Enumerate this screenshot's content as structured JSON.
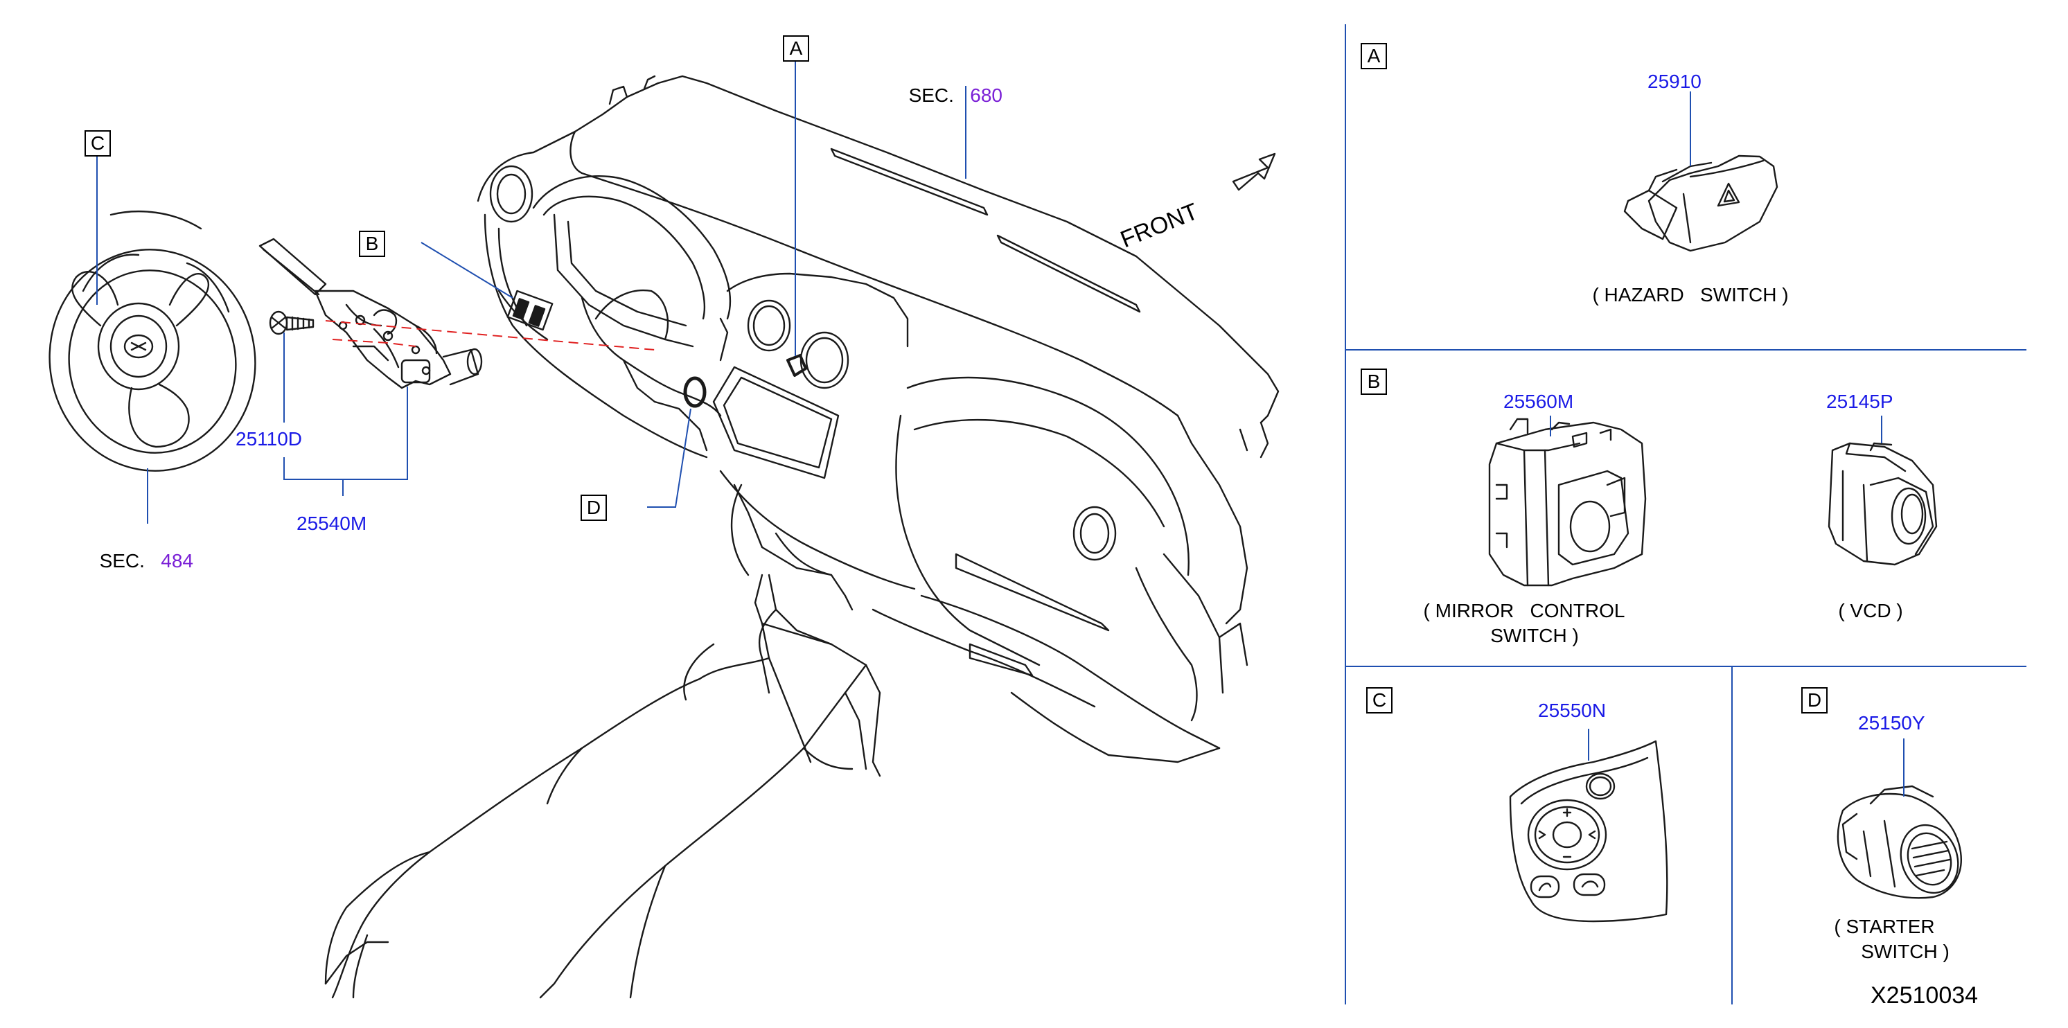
{
  "colors": {
    "part_number": "#1a1ae6",
    "section_ref": "#7a1fd6",
    "leader": "#1f4fb0",
    "linework": "#1a1a1a",
    "cut_line": "#e02020"
  },
  "main": {
    "callouts": {
      "a": "A",
      "b": "B",
      "c": "C",
      "d": "D"
    },
    "sec_680": {
      "prefix": "SEC.",
      "number": "680"
    },
    "sec_484": {
      "prefix": "SEC.",
      "number": "484"
    },
    "front_label": "FRONT",
    "parts": {
      "p25110d": "25110D",
      "p25540m": "25540M"
    }
  },
  "panels": {
    "a": {
      "letter": "A",
      "part": "25910",
      "caption": "( HAZARD   SWITCH )"
    },
    "b": {
      "letter": "B",
      "left": {
        "part": "25560M",
        "caption_line1": "( MIRROR   CONTROL",
        "caption_line2": "SWITCH )"
      },
      "right": {
        "part": "25145P",
        "caption": "( VCD )"
      }
    },
    "c": {
      "letter": "C",
      "part": "25550N",
      "icon": "steering-audio-switch-icon"
    },
    "d": {
      "letter": "D",
      "part": "25150Y",
      "caption_line1": "( STARTER",
      "caption_line2": "SWITCH )"
    }
  },
  "diagram_code": "X2510034"
}
